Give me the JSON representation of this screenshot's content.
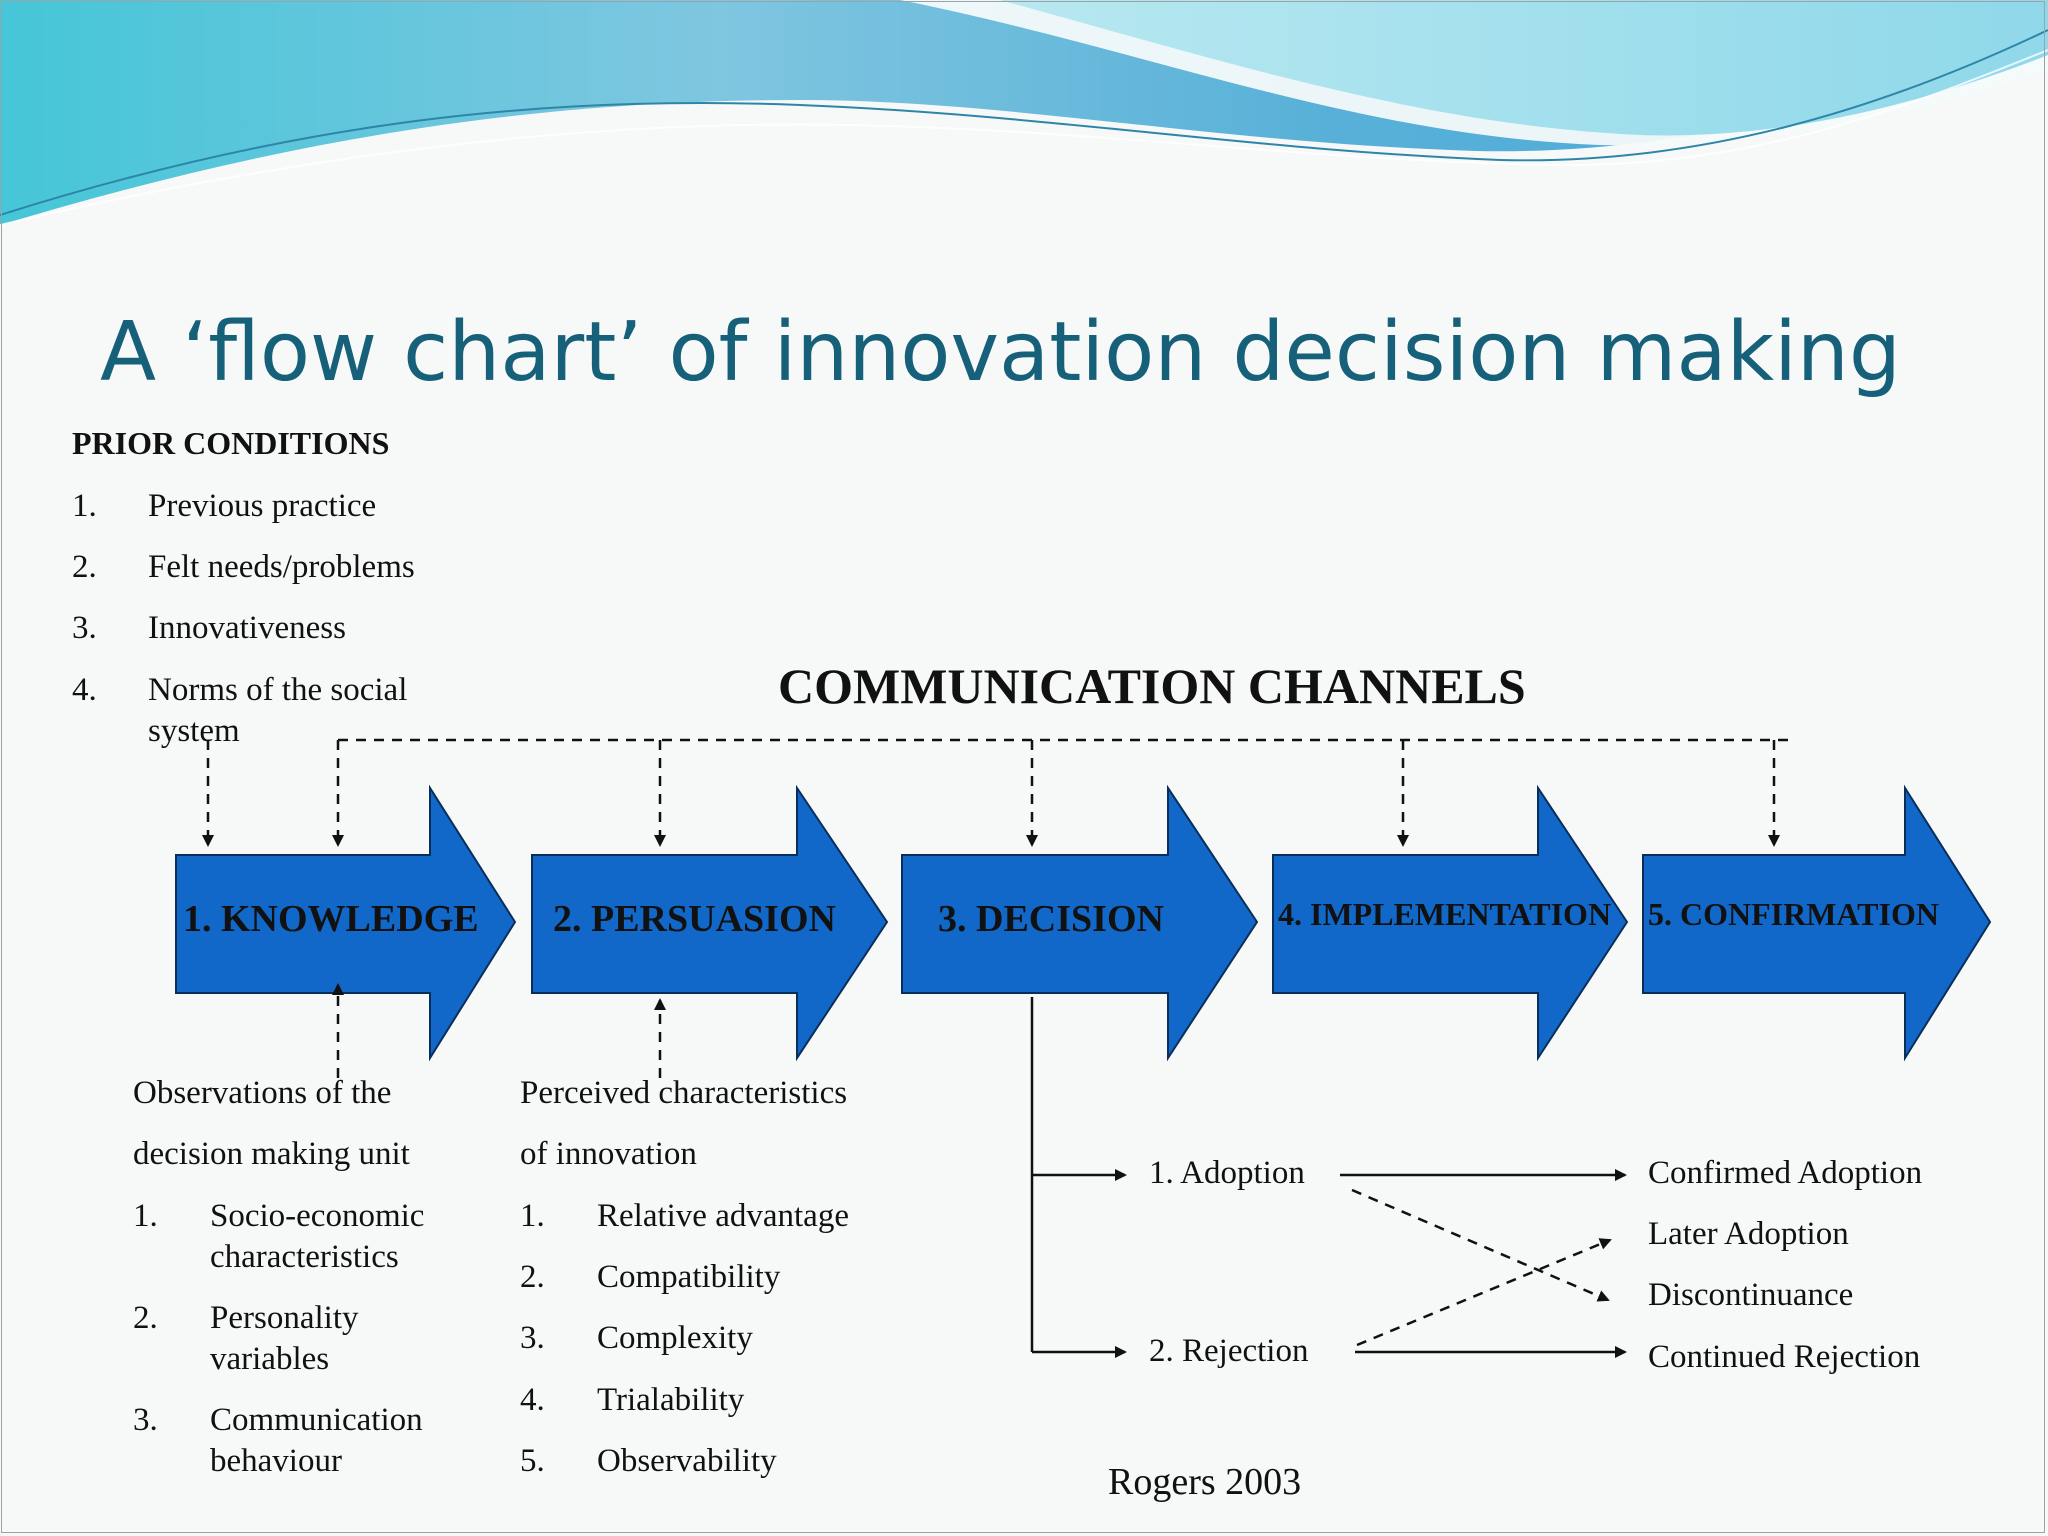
{
  "title": "A ‘flow chart’ of innovation decision making",
  "prior_conditions": {
    "heading": "PRIOR CONDITIONS",
    "items": [
      {
        "num": "1.",
        "text": "Previous practice"
      },
      {
        "num": "2.",
        "text": "Felt needs/problems"
      },
      {
        "num": "3.",
        "text": "Innovativeness"
      },
      {
        "num": "4.",
        "text": "Norms of the social",
        "text2": "system"
      }
    ]
  },
  "channels_label": "COMMUNICATION CHANNELS",
  "stages": [
    {
      "label": "1. KNOWLEDGE"
    },
    {
      "label": "2. PERSUASION"
    },
    {
      "label": "3. DECISION"
    },
    {
      "label": "4. IMPLEMENTATION"
    },
    {
      "label": "5. CONFIRMATION"
    }
  ],
  "observations": {
    "line1": "Observations of the",
    "line2": "decision making unit",
    "items": [
      {
        "num": "1.",
        "text": "Socio-economic",
        "text2": "characteristics"
      },
      {
        "num": "2.",
        "text": "Personality",
        "text2": "variables"
      },
      {
        "num": "3.",
        "text": "Communication",
        "text2": "behaviour"
      }
    ]
  },
  "perceived": {
    "line1": "Perceived characteristics",
    "line2": "of innovation",
    "items": [
      {
        "num": "1.",
        "text": "Relative advantage"
      },
      {
        "num": "2.",
        "text": "Compatibility"
      },
      {
        "num": "3.",
        "text": "Complexity"
      },
      {
        "num": "4.",
        "text": "Trialability"
      },
      {
        "num": "5.",
        "text": "Observability"
      }
    ]
  },
  "decision_outcomes": {
    "adoption": "1. Adoption",
    "rejection": "2. Rejection"
  },
  "confirmation_outcomes": {
    "confirmed_adoption": "Confirmed Adoption",
    "later_adoption": "Later Adoption",
    "discontinuance": "Discontinuance",
    "continued_rejection": "Continued Rejection"
  },
  "citation": "Rogers 2003",
  "colors": {
    "arrow_fill": "#1168c8",
    "title": "#17607a",
    "wave_light": "#a6e1ec",
    "wave_mid": "#6ec3dc",
    "wave_dark": "#3aa6cf"
  }
}
